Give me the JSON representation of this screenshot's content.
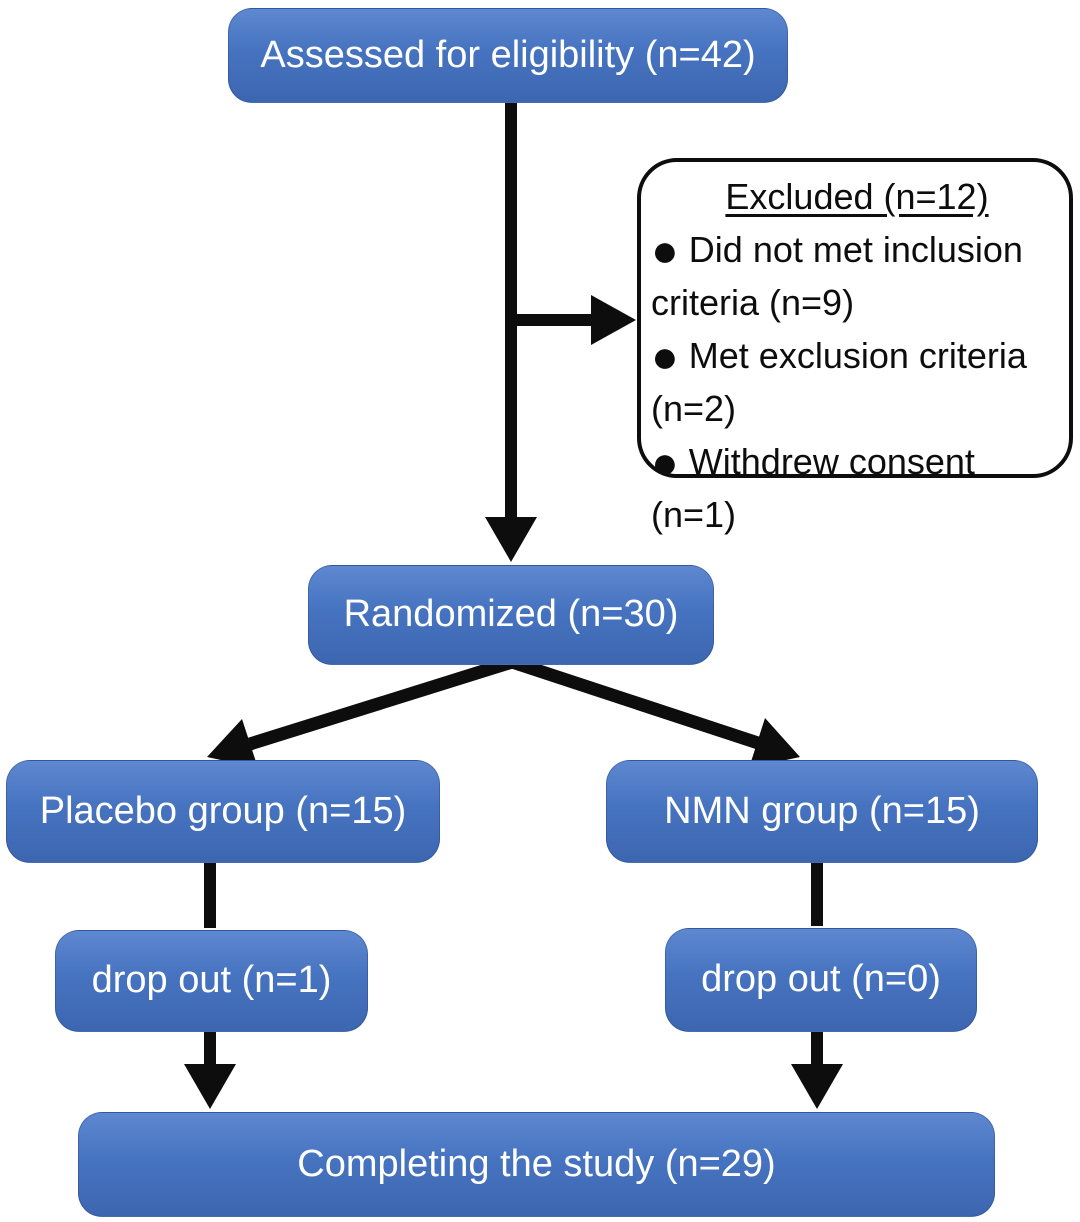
{
  "diagram": {
    "nodes": {
      "assessed": {
        "label": "Assessed for eligibility (n=42)"
      },
      "excluded": {
        "title": "Excluded (n=12)",
        "items": [
          "Did not met inclusion criteria (n=9)",
          "Met exclusion criteria (n=2)",
          "Withdrew consent (n=1)"
        ]
      },
      "randomized": {
        "label": "Randomized (n=30)"
      },
      "placebo_group": {
        "label": "Placebo group (n=15)"
      },
      "nmn_group": {
        "label": "NMN group (n=15)"
      },
      "dropout_placebo": {
        "label": "drop out (n=1)"
      },
      "dropout_nmn": {
        "label": "drop out (n=0)"
      },
      "completing": {
        "label": "Completing the study (n=29)"
      }
    },
    "icons": {
      "bullet": "●"
    },
    "colors": {
      "box_fill_top": "#5e88d0",
      "box_fill_mid": "#4673c0",
      "box_fill_bottom": "#3d66b0",
      "box_text": "#ffffff",
      "excluded_background": "#ffffff",
      "excluded_border": "#0d0d0d",
      "excluded_text": "#0d0d0d",
      "arrow": "#0d0d0d",
      "background": "#ffffff"
    }
  }
}
